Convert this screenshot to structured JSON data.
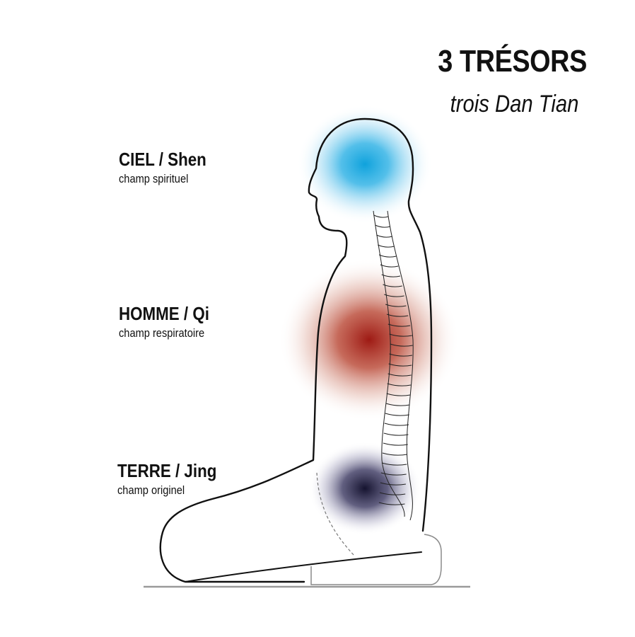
{
  "title": "3 TRÉSORS",
  "subtitle": "trois Dan Tian",
  "treasures": [
    {
      "name": "CIEL / Shen",
      "description": "champ spirituel",
      "color": "#2aa6e0"
    },
    {
      "name": "HOMME / Qi",
      "description": "champ respiratoire",
      "color": "#a8201a"
    },
    {
      "name": "TERRE / Jing",
      "description": "champ originel",
      "color": "#1c1a3d"
    }
  ],
  "colors": {
    "outline": "#111111",
    "ground": "#999999",
    "cushion": "#888888"
  }
}
